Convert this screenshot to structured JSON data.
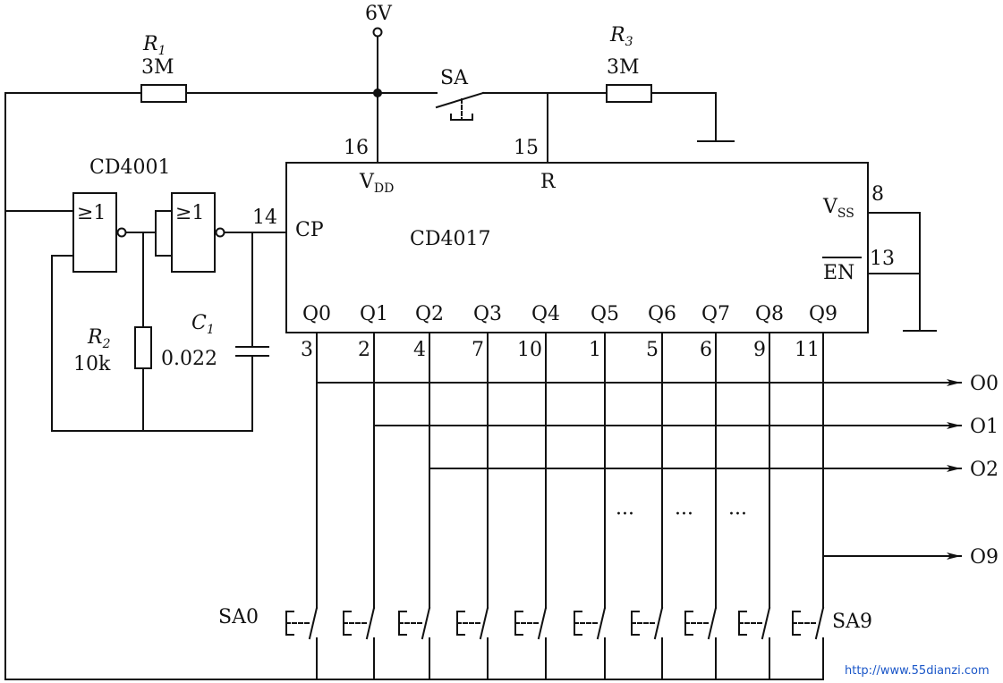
{
  "supply": {
    "label": "6V"
  },
  "r1": {
    "name": "R",
    "sub": "1",
    "value": "3M"
  },
  "r3": {
    "name": "R",
    "sub": "3",
    "value": "3M"
  },
  "r2": {
    "name": "R",
    "sub": "2",
    "value": "10k"
  },
  "c1": {
    "name": "C",
    "sub": "1",
    "value": "0.022"
  },
  "sa": {
    "label": "SA"
  },
  "gate_chip": {
    "label": "CD4001",
    "gate_symbol": "≥1"
  },
  "counter": {
    "label": "CD4017",
    "vdd": "V",
    "vdd_sub": "DD",
    "vss": "V",
    "vss_sub": "SS",
    "r_label": "R",
    "cp_label": "CP",
    "en_label": "EN",
    "pins": {
      "vdd": "16",
      "r": "15",
      "cp": "14",
      "vss": "8",
      "en": "13"
    },
    "outputs": [
      "Q0",
      "Q1",
      "Q2",
      "Q3",
      "Q4",
      "Q5",
      "Q6",
      "Q7",
      "Q8",
      "Q9"
    ],
    "output_pins": [
      "3",
      "2",
      "4",
      "7",
      "10",
      "1",
      "5",
      "6",
      "9",
      "11"
    ]
  },
  "outputs": [
    "O0",
    "O1",
    "O2",
    "O9"
  ],
  "ellipsis": [
    "···",
    "···",
    "···"
  ],
  "switches": {
    "first": "SA0",
    "last": "SA9"
  },
  "watermark": "http://www.55dianzi.com"
}
